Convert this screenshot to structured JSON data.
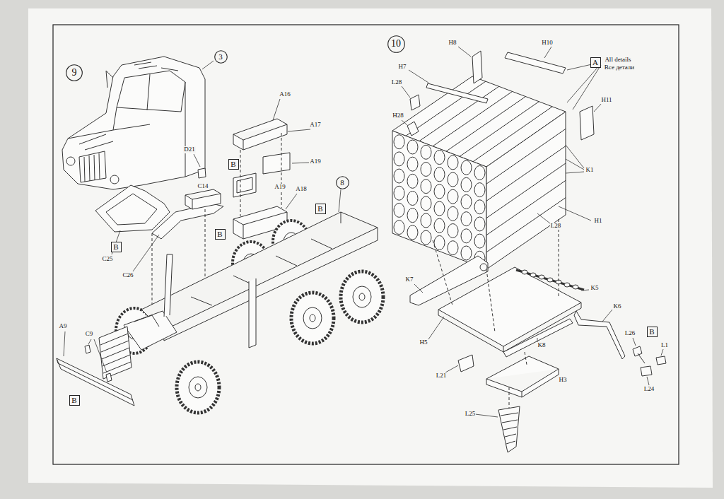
{
  "diagram": {
    "nodes": [
      {
        "text": [
          "9"
        ]
      },
      {
        "text": [
          "3"
        ]
      },
      {
        "text": [
          "10"
        ]
      },
      {
        "text": [
          "A"
        ]
      },
      {
        "text": [
          "B"
        ]
      },
      {
        "text": [
          "8"
        ]
      },
      {
        "text": [
          "B"
        ]
      },
      {
        "text": [
          "B"
        ]
      },
      {
        "text": [
          "B"
        ]
      },
      {
        "text": [
          "B"
        ]
      },
      {
        "text": [
          "B"
        ]
      }
    ],
    "labels": [
      "A16",
      "A17",
      "D21",
      "A19",
      "C14",
      "A19",
      "A18",
      "C25",
      "C26",
      "A9",
      "C9",
      "H8",
      "H10",
      "All details",
      "Все детали",
      "H7",
      "H11",
      "L28",
      "H28",
      "K1",
      "L28",
      "H1",
      "K7",
      "K5",
      "K6",
      "L26",
      "L1",
      "H5",
      "K8",
      "L24",
      "L21",
      "H3",
      "L25"
    ]
  }
}
